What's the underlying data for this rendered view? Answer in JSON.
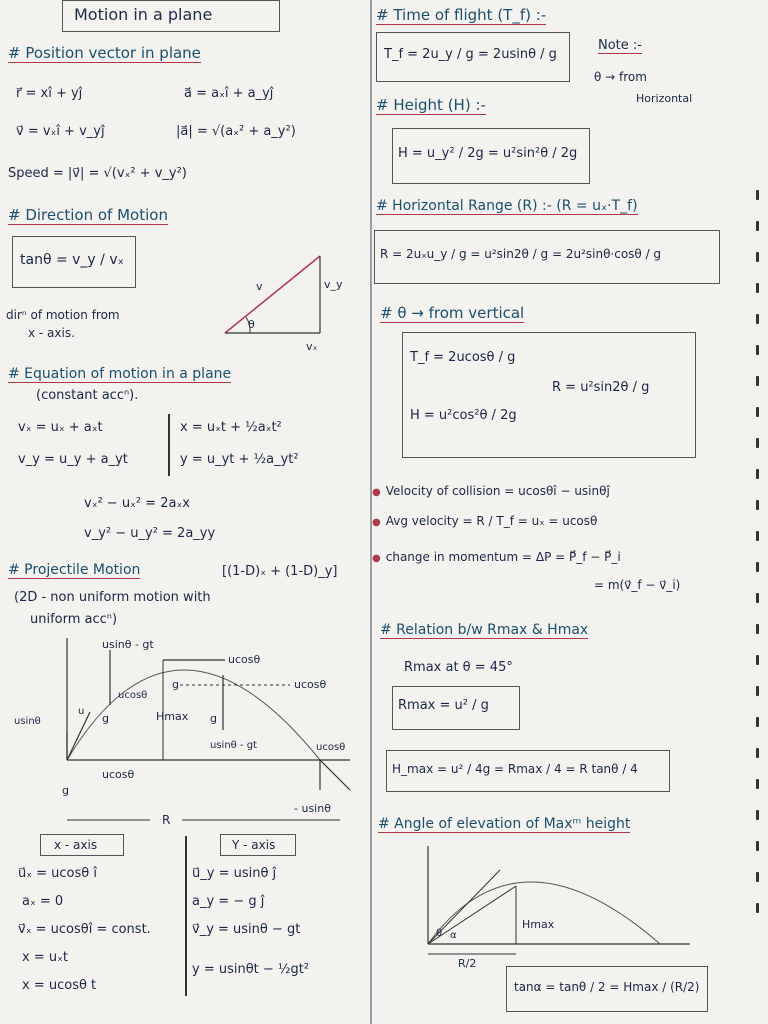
{
  "left": {
    "title": "Motion in a plane",
    "pos_heading": "# Position vector in plane",
    "pos_eq1": "r⃗ = xî + yĵ",
    "pos_eq2": "a⃗ = aₓî + a_yĵ",
    "pos_eq3": "v⃗ = vₓî + v_yĵ",
    "pos_eq4": "|a⃗| = √(aₓ² + a_y²)",
    "speed": "Speed = |v⃗| = √(vₓ² + v_y²)",
    "dir_heading": "# Direction of Motion",
    "dir_formula": "tanθ = v_y / vₓ",
    "dir_note1": "dirⁿ of motion from",
    "dir_note2": "x - axis.",
    "tri_v": "v",
    "tri_vy": "v_y",
    "tri_vx": "vₓ",
    "tri_theta": "θ",
    "eq_heading1": "# Equation of motion in a plane",
    "eq_heading2": "(constant accⁿ).",
    "eq1": "vₓ = uₓ + aₓt",
    "eq2": "v_y = u_y + a_yt",
    "eq3": "x = uₓt + ½aₓt²",
    "eq4": "y = u_yt + ½a_yt²",
    "eq5": "vₓ² − uₓ² = 2aₓx",
    "eq6": "v_y² − u_y² = 2a_yy",
    "proj_heading": "# Projectile Motion",
    "proj_heading_tail": "[(1-D)ₓ + (1-D)_y]",
    "proj_sub1": "(2D - non uniform motion with",
    "proj_sub2": "uniform accⁿ)",
    "fig": {
      "usin_gt_top": "usinθ - gt",
      "ucos_top": "ucosθ",
      "ucos_mid": "ucosθ",
      "ucos_right": "ucosθ",
      "g1": "g",
      "g2": "g",
      "g3": "g",
      "g4": "g",
      "hmax": "Hmax",
      "usin_left": "usinθ",
      "u": "u",
      "usin_gt_bottom": "usinθ - gt",
      "ucos_end": "ucosθ",
      "ucos_base": "ucosθ",
      "neg_usin": "- usinθ",
      "range": "R"
    },
    "xaxis_label": "x - axis",
    "xaxis_lines": [
      "u⃗ₓ = ucosθ î",
      "aₓ = 0",
      "v⃗ₓ = ucosθî = const.",
      "x = uₓt",
      "x = ucosθ t"
    ],
    "yaxis_label": "Y - axis",
    "yaxis_lines": [
      "u⃗_y = usinθ ĵ",
      "a_y = − g ĵ",
      "v⃗_y = usinθ − gt",
      "y = usinθt − ½gt²"
    ]
  },
  "right": {
    "tof_heading": "# Time of flight (T_f) :-",
    "tof_formula": "T_f = 2u_y / g = 2usinθ / g",
    "note_label": "Note :-",
    "note1": "θ → from",
    "note2": "Horizontal",
    "height_heading": "# Height (H) :-",
    "height_formula": "H = u_y² / 2g = u²sin²θ / 2g",
    "range_heading": "# Horizontal Range (R) :- (R = uₓ·T_f)",
    "range_formula": "R = 2uₓu_y / g = u²sin2θ / g = 2u²sinθ·cosθ / g",
    "vert_heading": "# θ → from vertical",
    "vert_tf": "T_f = 2ucosθ / g",
    "vert_r": "R = u²sin2θ / g",
    "vert_h": "H = u²cos²θ / 2g",
    "b1": "Velocity of collision = ucosθî − usinθĵ",
    "b2": "Avg velocity = R / T_f = uₓ = ucosθ",
    "b3": "change in momentum = ΔP = P⃗_f − P⃗_i",
    "b3b": "= m(v⃗_f − v⃗_i)",
    "rel_heading": "# Relation b/w Rmax & Hmax",
    "rmax_at": "Rmax at θ = 45°",
    "rmax_formula": "Rmax = u² / g",
    "hmax_formula": "H_max = u² / 4g = Rmax / 4 = R tanθ / 4",
    "angle_heading": "# Angle of elevation of Maxᵐ height",
    "angle_fig_hmax": "Hmax",
    "angle_fig_r2": "R/2",
    "angle_fig_theta": "θ",
    "angle_fig_alpha": "α",
    "tan_alpha": "tanα = tanθ / 2 = Hmax / (R/2)"
  }
}
